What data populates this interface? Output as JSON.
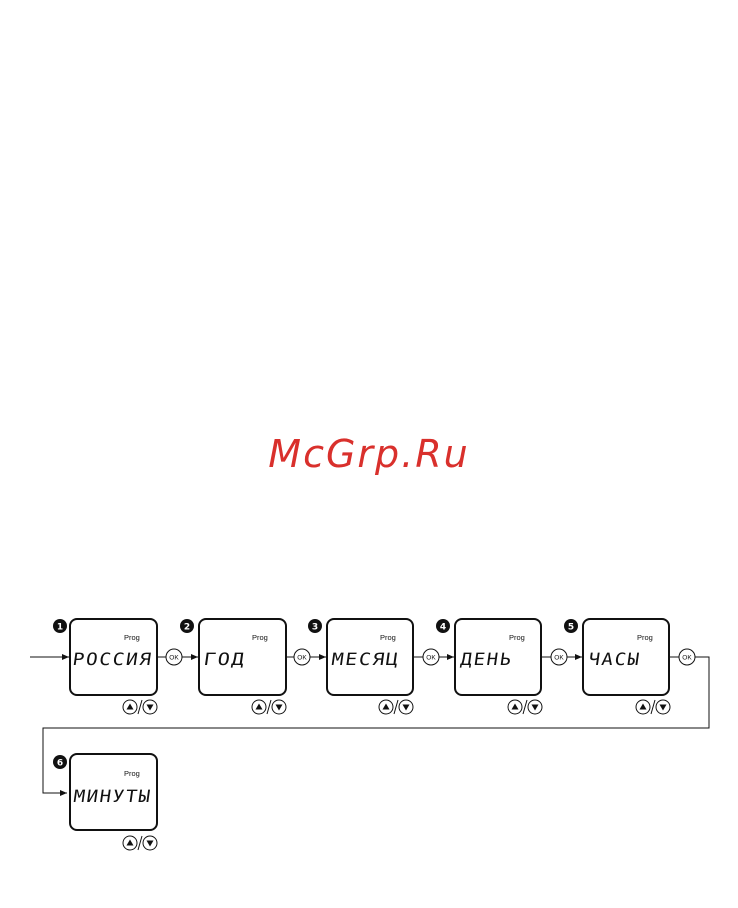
{
  "watermark": "McGrp.Ru",
  "prog_label": "Prog",
  "ok_label": "OK",
  "steps": [
    {
      "number": "1",
      "display": "РОССИЯ"
    },
    {
      "number": "2",
      "display": "ГОД"
    },
    {
      "number": "3",
      "display": "МЕСЯЦ"
    },
    {
      "number": "4",
      "display": "ДЕНЬ"
    },
    {
      "number": "5",
      "display": "ЧАСЫ"
    },
    {
      "number": "6",
      "display": "МИНУТЫ"
    }
  ],
  "icons": {
    "up": "up-arrow-button-icon",
    "down": "down-arrow-button-icon",
    "ok": "ok-button-icon"
  }
}
